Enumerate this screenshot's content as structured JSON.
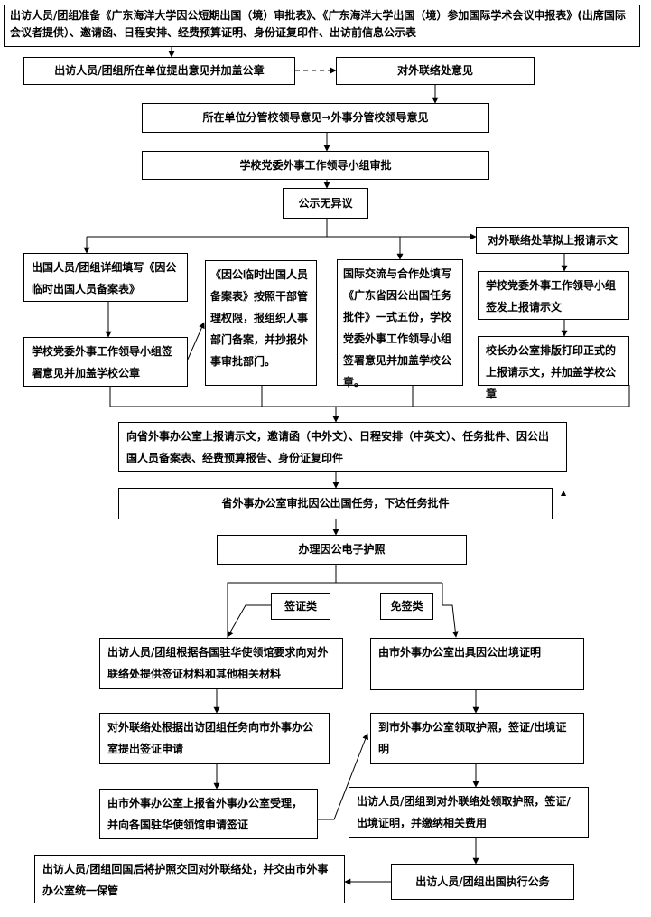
{
  "steps": {
    "s01": "出访人员/团组准备《广东海洋大学因公短期出国（境）审批表》、《广东海洋大学出国（境）参加国际学术会议申报表》(出席国际会议者提供）、邀请函、日程安排、经费预算证明、身份证复印件、出访前信息公示表",
    "s02": "出访人员/团组所在单位提出意见并加盖公章",
    "s03": "对外联络处意见",
    "s04": "所在单位分管校领导意见→外事分管校领导意见",
    "s05": "学校党委外事工作领导小组审批",
    "s06": "公示无异议",
    "s07": "出国人员/团组详细填写《因公临时出国人员备案表》",
    "s08": "学校党委外事工作领导小组签署意见并加盖学校公章",
    "s09": "《因公临时出国人员备案表》按照干部管理权限，报组织人事部门备案，并抄报外事审批部门。",
    "s10": "国际交流与合作处填写《广东省因公出国任务批件》一式五份，学校党委外事工作领导小组签署意见并加盖学校公章。",
    "s11": "对外联络处草拟上报请示文",
    "s12": "学校党委外事工作领导小组签发上报请示文",
    "s13": "校长办公室排版打印正式的上报请示文，并加盖学校公章",
    "s14": "向省外事办公室上报请示文，邀请函（中外文）、日程安排（中英文）、任务批件、因公出国人员备案表、经费预算报告、身份证复印件",
    "s15": "省外事办公室审批因公出国任务，下达任务批件",
    "s16": "办理因公电子护照",
    "s17": "签证类",
    "s18": "免签类",
    "s19": "出访人员/团组根据各国驻华使领馆要求向对外联络处提供签证材料和其他相关材料",
    "s20": "由市外事办公室出具因公出境证明",
    "s21": "对外联络处根据出访团组任务向市外事办公室提出签证申请",
    "s22": "到市外事办公室领取护照，签证/出境证明",
    "s23": "由市外事办公室上报省外事办公室受理，并向各国驻华使领馆申请签证",
    "s24": "出访人员/团组到对外联络处领取护照，签证/出境证明，并缴纳相关费用",
    "s25": "出访人员/团组出国执行公务",
    "s26": "出访人员/团组回国后将护照交回对外联络处，并交由市外事办公室统一保管"
  }
}
